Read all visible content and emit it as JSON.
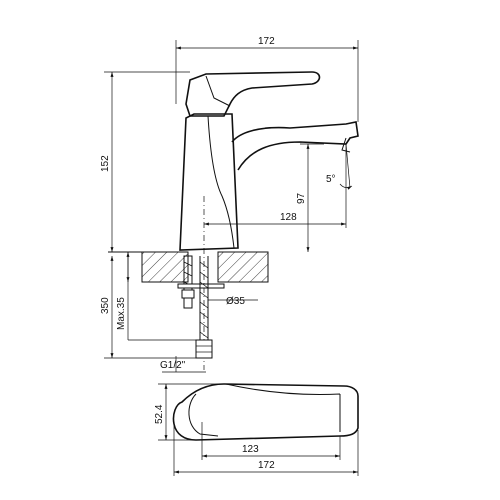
{
  "drawing": {
    "dimensions": {
      "overall_width_top": "172",
      "overall_height": "152",
      "spout_height": "97",
      "spout_reach": "128",
      "spout_angle": "5°",
      "hose_length": "350",
      "max_mount_thickness": "Max.35",
      "hole_diameter": "Ø35",
      "thread": "G1/2\"",
      "body_depth": "52.4",
      "plan_reach": "123",
      "overall_width_bottom": "172"
    }
  }
}
